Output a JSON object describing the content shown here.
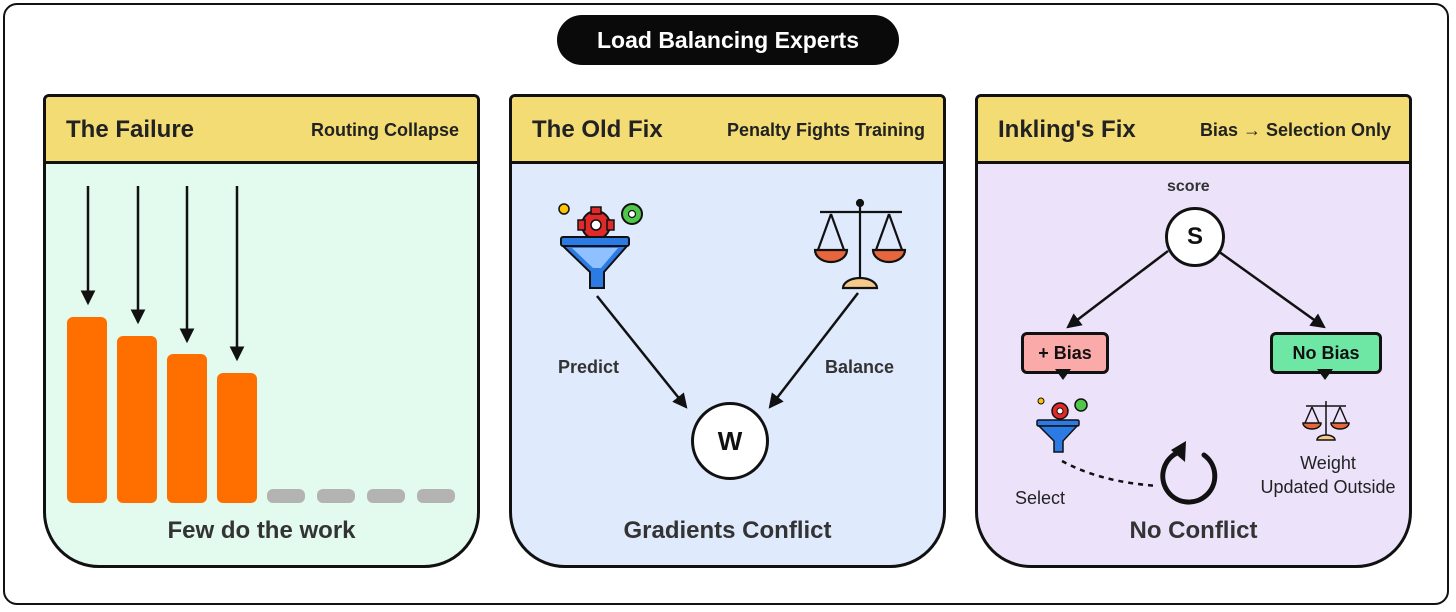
{
  "title": "Load Balancing Experts",
  "panels": [
    {
      "title": "The Failure",
      "subtitle": "Routing Collapse",
      "caption": "Few do the work",
      "bg": "#e2fbee",
      "load_levels": [
        1.0,
        0.9,
        0.8,
        0.7,
        0.06,
        0.04,
        0.06,
        0.04
      ]
    },
    {
      "title": "The Old Fix",
      "subtitle": "Penalty Fights Training",
      "caption": "Gradients Conflict",
      "bg": "#dfeafd",
      "predict_label": "Predict",
      "balance_label": "Balance",
      "node_label": "W"
    },
    {
      "title": "Inkling's Fix",
      "subtitle": "Bias → Selection Only",
      "caption": "No Conflict",
      "bg": "#ece3fb",
      "score_label": "score",
      "node_label": "S",
      "plus_bias_label": "+ Bias",
      "no_bias_label": "No Bias",
      "select_label": "Select",
      "weight_label": "Weight",
      "updated_label": "Updated Outside"
    }
  ],
  "colors": {
    "accent_orange": "#ff6f00",
    "header_yellow": "#f3dc74",
    "bias_pink": "#fbaaaa",
    "nobias_green": "#6ee6a4"
  },
  "icons": [
    "funnel-gears-icon",
    "balance-scale-icon",
    "refresh-cycle-icon",
    "down-arrow-icon"
  ]
}
